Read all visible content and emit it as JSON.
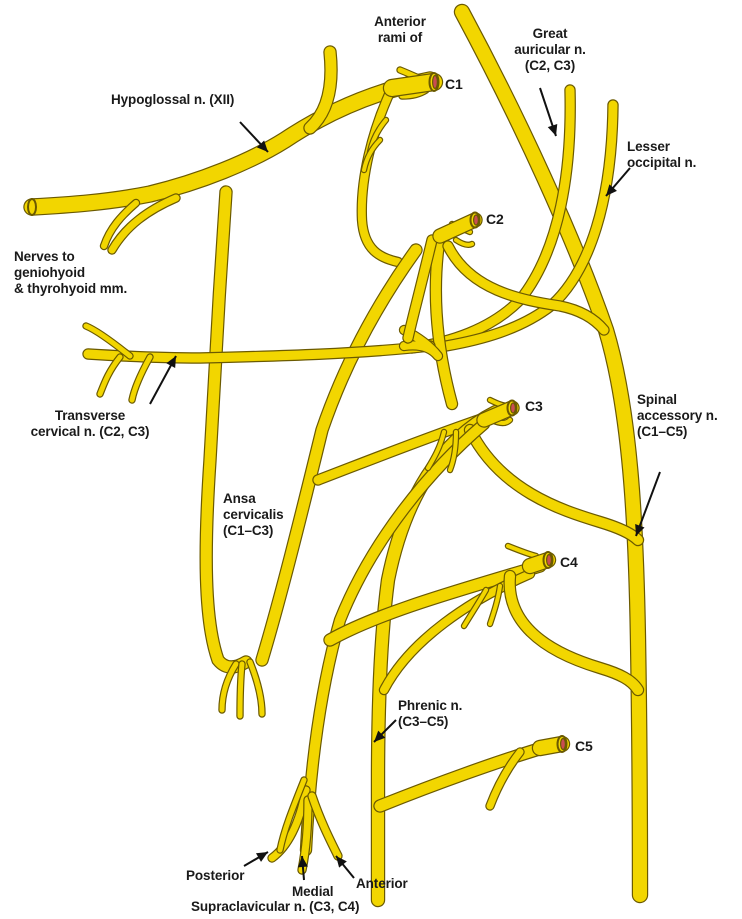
{
  "labels": {
    "anterior_rami": "Anterior\nrami of",
    "c1": "C1",
    "c2": "C2",
    "c3": "C3",
    "c4": "C4",
    "c5": "C5",
    "hypoglossal": "Hypoglossal n. (XII)",
    "great_auricular": "Great\nauricular n.\n(C2, C3)",
    "lesser_occipital": "Lesser\noccipital n.",
    "geniohyoid": "Nerves to\ngeniohyoid\n& thyrohyoid mm.",
    "transverse_cervical": "Transverse\ncervical n. (C2, C3)",
    "spinal_accessory": "Spinal\naccessory n.\n(C1–C5)",
    "ansa_cervicalis": "Ansa\ncervicalis\n(C1–C3)",
    "phrenic": "Phrenic n.\n(C3–C5)",
    "posterior": "Posterior",
    "medial": "Medial",
    "anterior": "Anterior",
    "supraclavicular": "Supraclavicular n. (C3, C4)"
  },
  "colors": {
    "nerve_fill": "#f2d600",
    "nerve_outline": "#6b5a00",
    "root_cut": "#c94d52",
    "label_text": "#1a1a1a"
  }
}
